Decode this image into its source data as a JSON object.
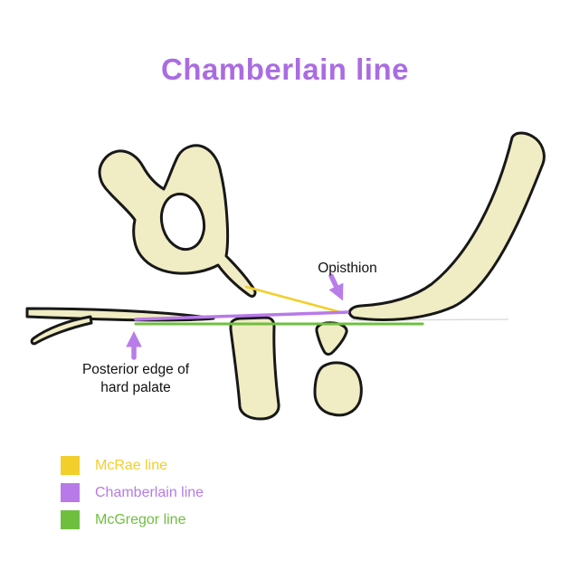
{
  "title": "Chamberlain line",
  "labels": {
    "opisthion": "Opisthion",
    "palate_line1": "Posterior edge of",
    "palate_line2": "hard palate"
  },
  "legend": {
    "items": [
      {
        "id": "mcrae",
        "label": "McRae line",
        "color": "#f2cf2a"
      },
      {
        "id": "chamberlain",
        "label": "Chamberlain line",
        "color": "#b87ae8"
      },
      {
        "id": "mcgregor",
        "label": "McGregor line",
        "color": "#6fbf3f"
      }
    ]
  },
  "colors": {
    "title": "#aa6ce2",
    "arrow": "#b97dea",
    "bone_fill": "#f0ecc3",
    "faint_line": "#d8d8d8"
  }
}
